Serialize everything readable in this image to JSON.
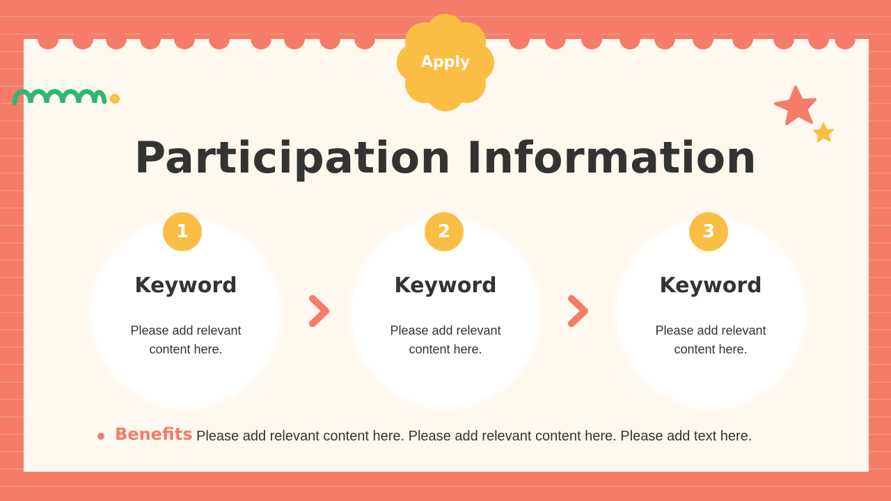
{
  "badge": {
    "label": "Apply"
  },
  "title": "Participation Information",
  "steps": [
    {
      "number": "1",
      "keyword": "Keyword",
      "desc_line1": "Please add relevant",
      "desc_line2": "content here."
    },
    {
      "number": "2",
      "keyword": "Keyword",
      "desc_line1": "Please add relevant",
      "desc_line2": "content here."
    },
    {
      "number": "3",
      "keyword": "Keyword",
      "desc_line1": "Please add relevant",
      "desc_line2": "content here."
    }
  ],
  "benefits": {
    "label": "Benefits",
    "text": "Please add relevant content here. Please add relevant content here. Please add text here."
  },
  "colors": {
    "frame": "#F47C69",
    "paper": "#FFF8EE",
    "accent_yellow": "#FBBE45",
    "squiggle_green": "#2EB872",
    "text": "#333333"
  },
  "icons": [
    "squiggle-decoration",
    "star-icon",
    "chevron-right-icon",
    "bullet-dot-icon"
  ]
}
